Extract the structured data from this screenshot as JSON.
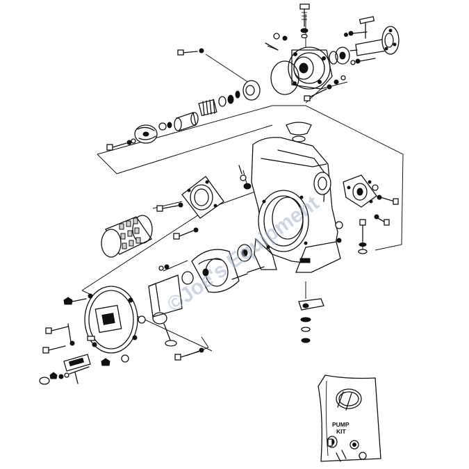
{
  "watermark": "©Joe's Equipment",
  "pump_kit": {
    "line1": "PUMP",
    "line2": "KIT"
  }
}
